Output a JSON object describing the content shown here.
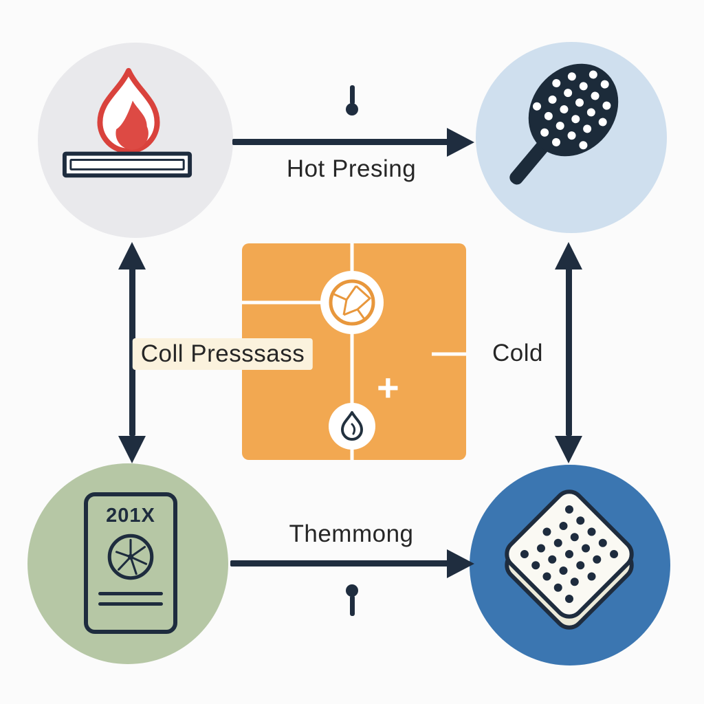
{
  "canvas": {
    "background": "#fbfbfb"
  },
  "labels": {
    "top": "Hot Presing",
    "left": "Coll Presssass",
    "right": "Cold",
    "bottom": "Themmong"
  },
  "nodes": {
    "top_left": {
      "icon": "flame-press-icon",
      "color": "#e9e9ec"
    },
    "top_right": {
      "icon": "perforated-paddle-icon",
      "color": "#cfdfee"
    },
    "bottom_left": {
      "icon": "spec-document-icon",
      "color": "#b6c7a5",
      "doc_text": "201X"
    },
    "bottom_right": {
      "icon": "perforated-sheet-icon",
      "color": "#3b76b1"
    }
  },
  "center": {
    "icon": "process-flow-icon",
    "color": "#f2a851",
    "plus": "+",
    "sub_icons": [
      "cracked-globe-icon",
      "flame-icon"
    ]
  },
  "colors": {
    "arrow": "#1f2d3f",
    "outline": "#1e2c3e",
    "flame_red": "#d9423c",
    "center_orange": "#f2a851",
    "label_highlight": "#fbf2dd"
  }
}
